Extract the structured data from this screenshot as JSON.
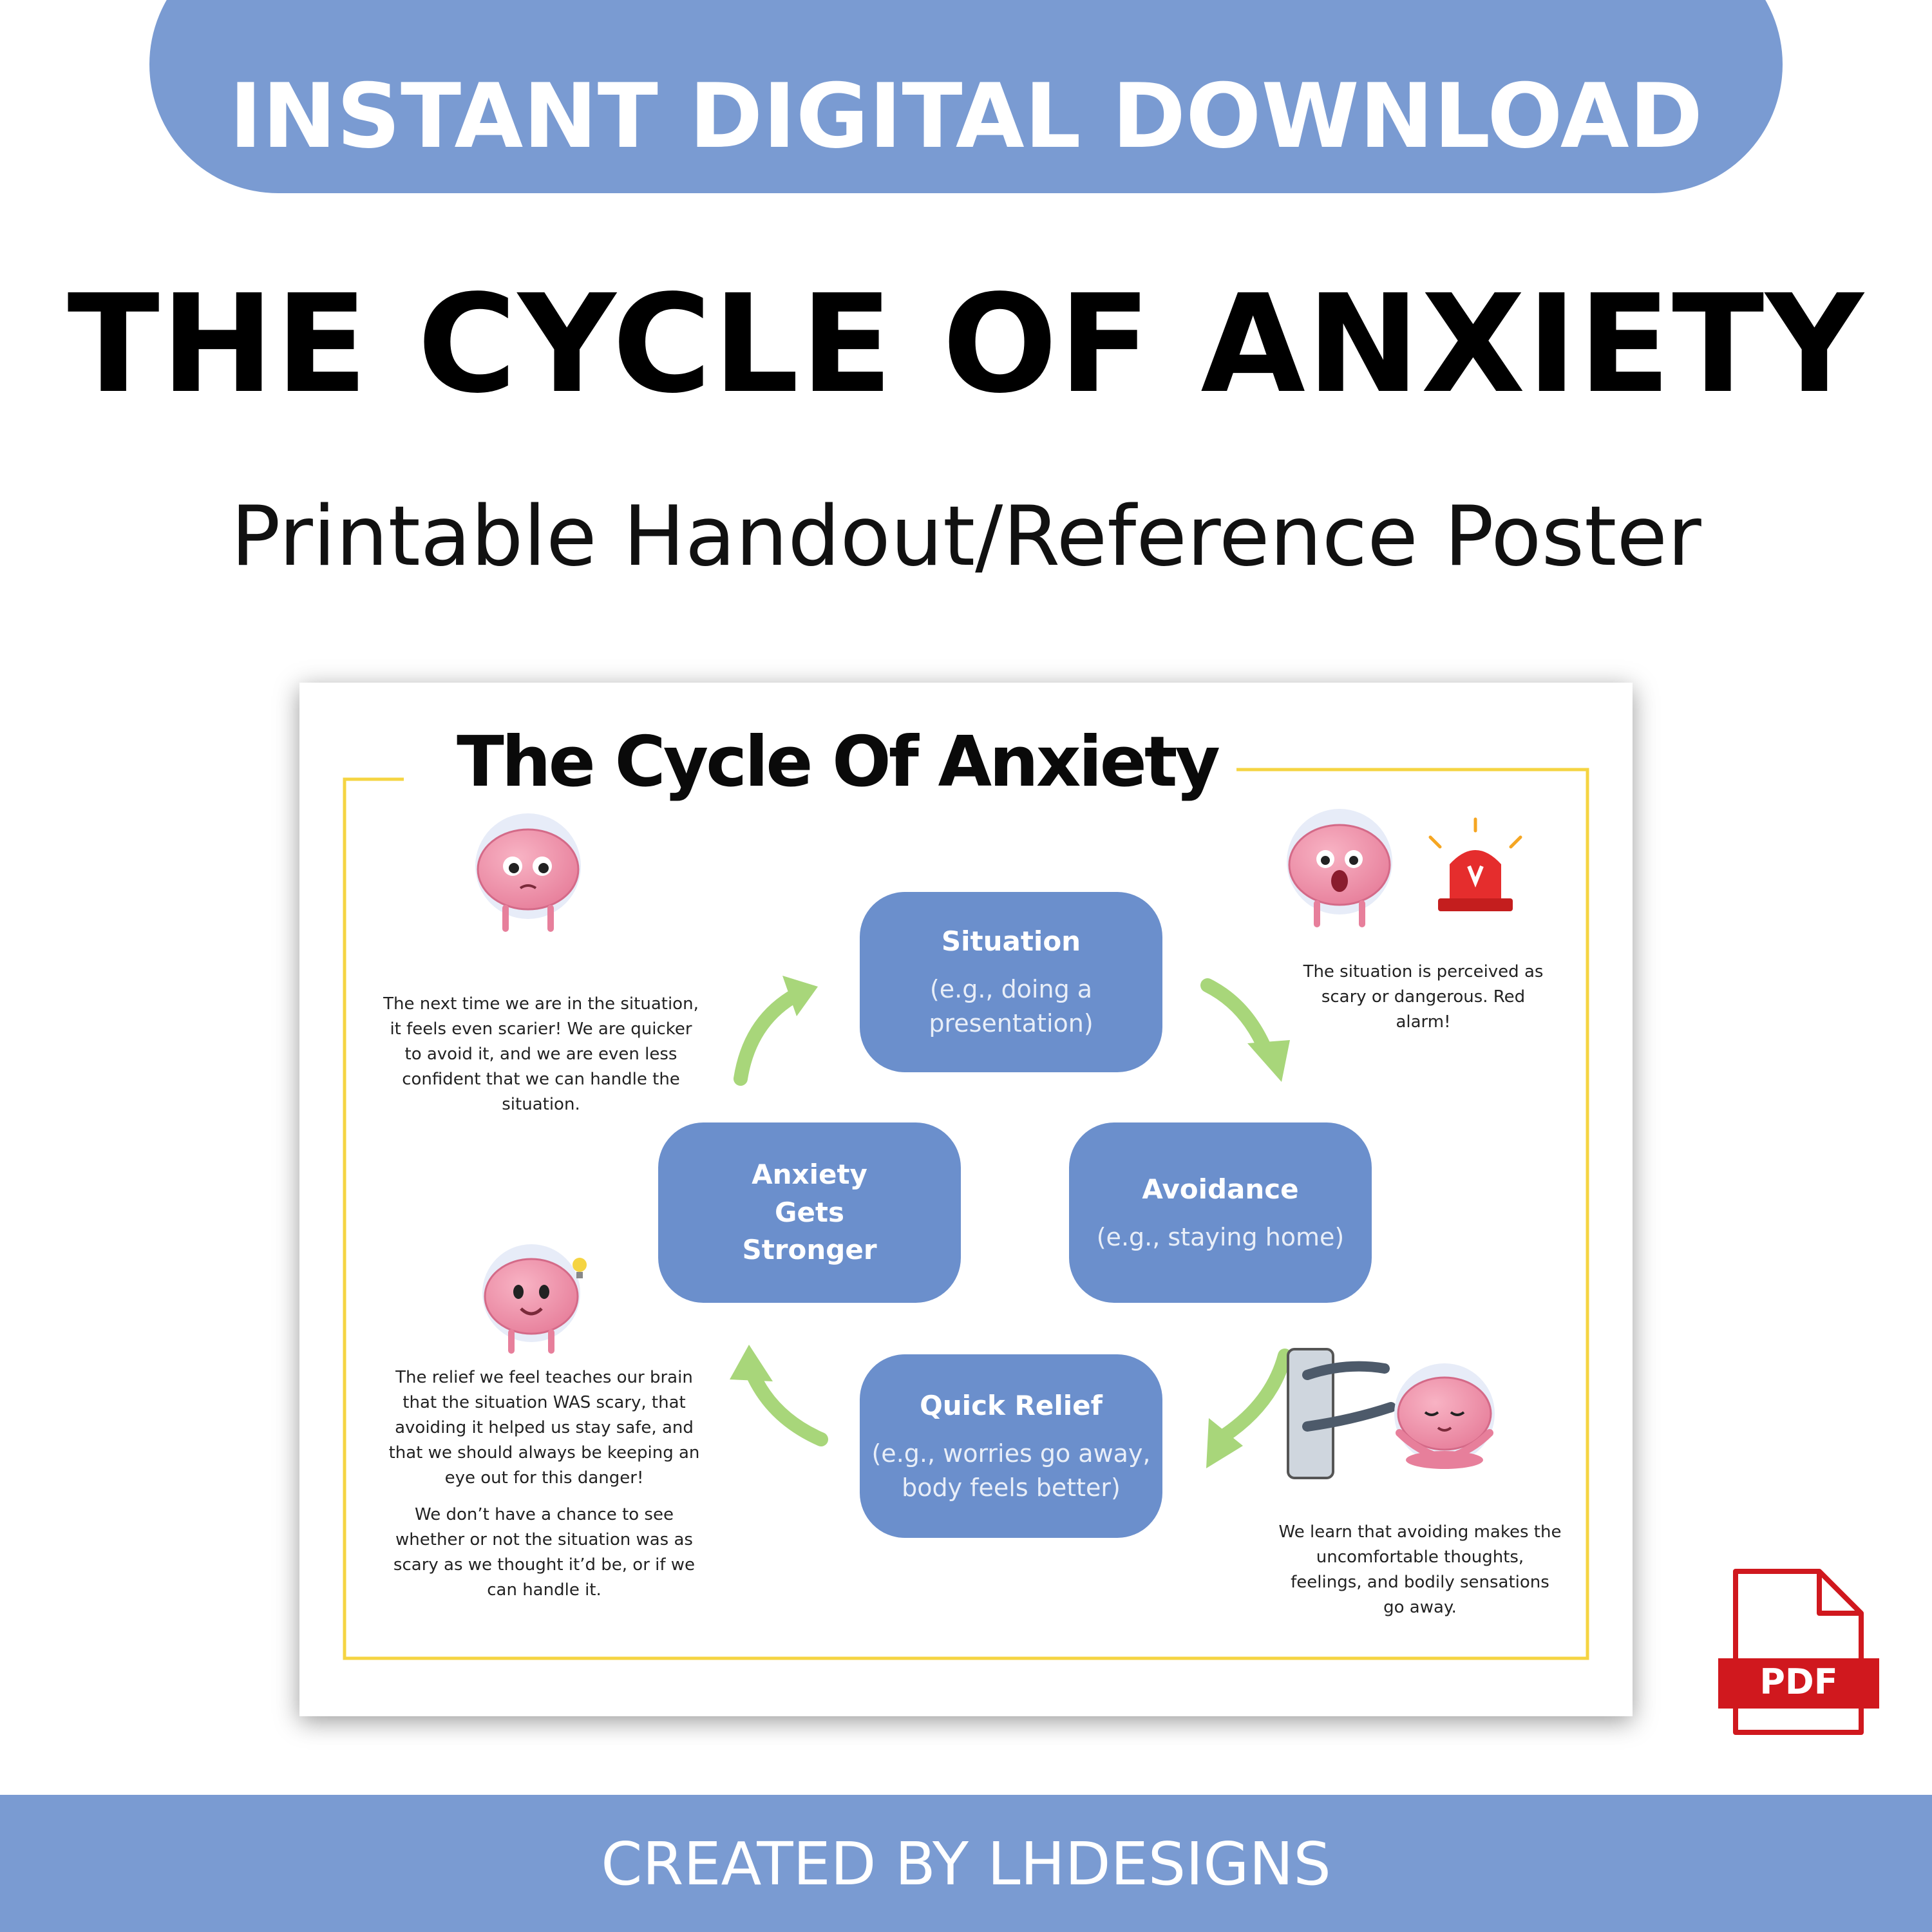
{
  "header": {
    "banner": "INSTANT DIGITAL DOWNLOAD",
    "title": "THE CYCLE OF ANXIETY",
    "subtitle": "Printable Handout/Reference Poster"
  },
  "poster": {
    "title": "The Cycle Of Anxiety",
    "nodes": {
      "situation": {
        "label": "Situation",
        "example": "(e.g., doing a presentation)"
      },
      "avoidance": {
        "label": "Avoidance",
        "example": "(e.g., staying home)"
      },
      "quick_relief": {
        "label": "Quick Relief",
        "example": "(e.g., worries go away, body feels better)"
      },
      "anxiety_gets_stronger": {
        "label": "Anxiety Gets Stronger"
      }
    },
    "descriptions": {
      "top_right": "The situation is perceived as scary or dangerous. Red alarm!",
      "bottom_right": "We learn that avoiding makes the uncomfortable thoughts, feelings, and bodily sensations go away.",
      "bottom_left_1": "The relief we feel teaches our brain that the situation WAS scary, that avoiding it helped us stay safe, and that we should always be keeping an eye out for this danger!",
      "bottom_left_2": "We don’t have a chance to see whether or not the situation was as scary as we thought it’d be, or if we can handle it.",
      "top_left": "The next time we are in the situation, it feels even scarier! We are quicker to avoid it, and we are even less confident that we can handle the situation."
    },
    "icons": [
      "brain-worried-icon",
      "brain-scared-icon",
      "red-alarm-icon",
      "brain-calm-icon",
      "phone-hands-icon",
      "brain-meditating-icon",
      "brain-idea-icon"
    ],
    "colors": {
      "node": "#6b8fcc",
      "arrow": "#a8d67a",
      "frame": "#f5d442"
    }
  },
  "pdf_badge": {
    "label": "PDF",
    "color": "#d0181e"
  },
  "footer": {
    "credit": "CREATED BY LHDESIGNS"
  },
  "colors": {
    "banner": "#7a9bd2"
  }
}
